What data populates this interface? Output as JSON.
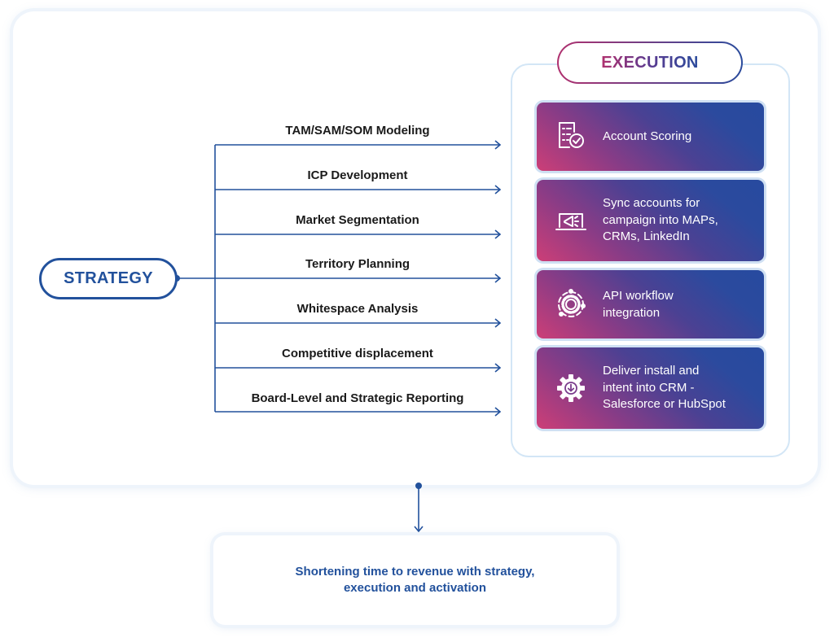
{
  "strategy": {
    "label": "STRATEGY",
    "branches": [
      "TAM/SAM/SOM Modeling",
      "ICP Development",
      "Market Segmentation",
      "Territory Planning",
      "Whitespace Analysis",
      "Competitive displacement",
      "Board-Level and Strategic Reporting"
    ]
  },
  "execution": {
    "title": "EXECUTION",
    "cards": [
      {
        "icon": "checklist-icon",
        "lines": [
          "Account Scoring"
        ]
      },
      {
        "icon": "megaphone-laptop-icon",
        "lines": [
          "Sync accounts for",
          "campaign into MAPs,",
          "CRMs, LinkedIn"
        ]
      },
      {
        "icon": "gear-workflow-icon",
        "lines": [
          "API workflow",
          "integration"
        ]
      },
      {
        "icon": "gear-download-icon",
        "lines": [
          "Deliver install and",
          "intent into CRM -",
          "Salesforce or HubSpot"
        ]
      }
    ]
  },
  "result": {
    "lines": [
      "Shortening time to revenue with strategy,",
      "execution and activation"
    ]
  },
  "colors": {
    "primary_blue": "#22519c",
    "gradient_pink": "#cd3e77",
    "gradient_blue": "#274a9f",
    "frame_border": "#d3e6f6"
  }
}
